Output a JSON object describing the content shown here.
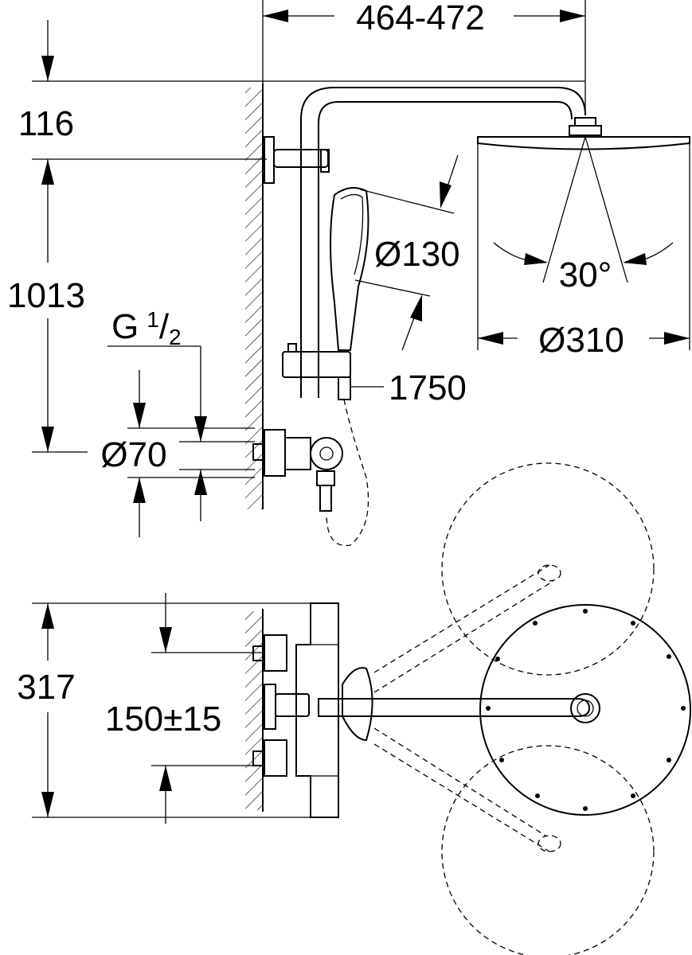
{
  "drawing": {
    "dimensions": {
      "rail_width": "464-472",
      "top_offset": "116",
      "height_to_rail": "1013",
      "thread": "G",
      "thread_num": "1",
      "thread_den": "2",
      "inlet_diameter": "Ø70",
      "hand_shower_diameter": "Ø130",
      "spray_angle": "30°",
      "head_shower_diameter": "Ø310",
      "hose_length": "1750",
      "depth": "317",
      "connection_spacing": "150±15"
    },
    "colors": {
      "line": "#000000",
      "background": "#ffffff"
    }
  }
}
